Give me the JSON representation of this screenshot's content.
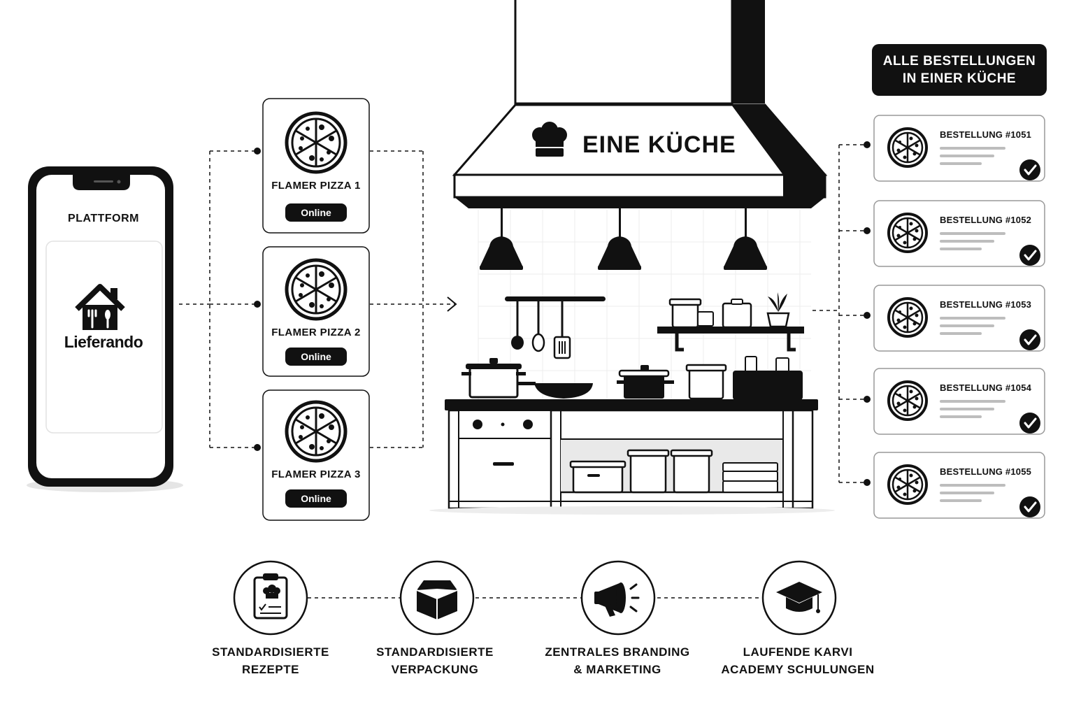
{
  "platform": {
    "label": "PLATTFORM",
    "app_name": "Lieferando"
  },
  "brands": [
    {
      "name": "FLAMER PIZZA 1",
      "status": "Online"
    },
    {
      "name": "FLAMER PIZZA 2",
      "status": "Online"
    },
    {
      "name": "FLAMER PIZZA 3",
      "status": "Online"
    }
  ],
  "kitchen": {
    "label": "EINE KÜCHE"
  },
  "orders_header": {
    "line1": "ALLE BESTELLUNGEN",
    "line2": "IN EINER KÜCHE"
  },
  "orders": [
    {
      "title": "BESTELLUNG #1051"
    },
    {
      "title": "BESTELLUNG #1052"
    },
    {
      "title": "BESTELLUNG #1053"
    },
    {
      "title": "BESTELLUNG #1054"
    },
    {
      "title": "BESTELLUNG #1055"
    }
  ],
  "features": [
    {
      "line1": "STANDARDISIERTE",
      "line2": "REZEPTE",
      "icon": "clipboard-recipe-icon"
    },
    {
      "line1": "STANDARDISIERTE",
      "line2": "VERPACKUNG",
      "icon": "box-icon"
    },
    {
      "line1": "ZENTRALES BRANDING",
      "line2": "& MARKETING",
      "icon": "megaphone-icon"
    },
    {
      "line1": "LAUFENDE KARVI",
      "line2": "ACADEMY SCHULUNGEN",
      "icon": "graduation-cap-icon"
    }
  ],
  "colors": {
    "ink": "#111111",
    "paper": "#ffffff",
    "muted": "#bdbdbd"
  }
}
